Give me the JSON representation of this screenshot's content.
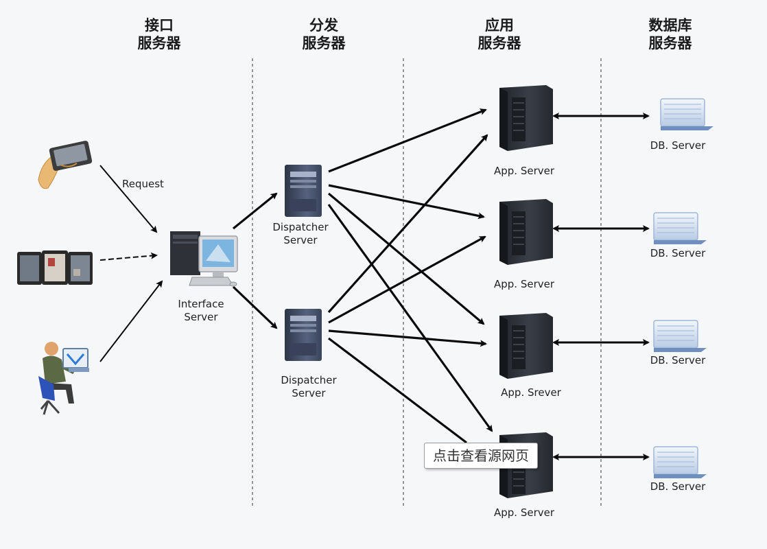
{
  "headers": {
    "interface": [
      "接口",
      "服务器"
    ],
    "dispatch": [
      "分发",
      "服务器"
    ],
    "app": [
      "应用",
      "服务器"
    ],
    "database": [
      "数据库",
      "服务器"
    ]
  },
  "labels": {
    "request": "Request",
    "interface_server": [
      "Interface",
      "Server"
    ],
    "dispatcher_1": [
      "Dispatcher",
      "Server"
    ],
    "dispatcher_2": [
      "Dispatcher",
      "Server"
    ],
    "app_1": "App. Server",
    "app_2": "App. Server",
    "app_3": "App. Srever",
    "app_4": "App. Server",
    "db_1": "DB. Server",
    "db_2": "DB. Server",
    "db_3": "DB. Server",
    "db_4": "DB. Server"
  },
  "tooltip": "点击查看源网页",
  "colors": {
    "arrow": "#0a0a0a",
    "server_dark": "#2d3138",
    "server_blue": "#46536e",
    "db_blue": "#9db6d8",
    "divider": "#555555"
  },
  "icons": [
    "phone-in-hand-icon",
    "tablets-icon",
    "user-at-computer-icon",
    "desktop-pc-icon",
    "tower-server-icon",
    "database-server-icon"
  ]
}
